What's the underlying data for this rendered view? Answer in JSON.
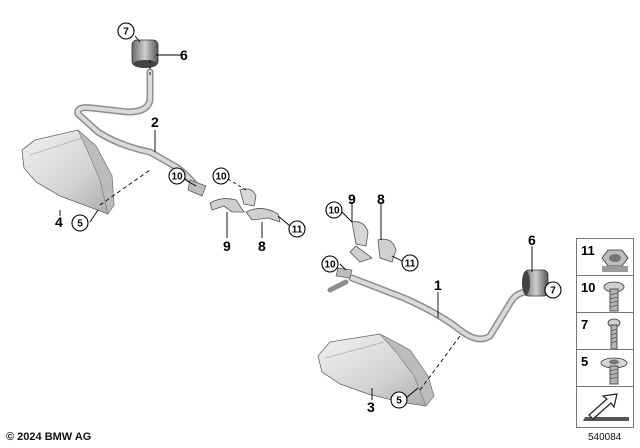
{
  "diagram": {
    "callouts": {
      "c1": "1",
      "c2": "2",
      "c3": "3",
      "c4": "4",
      "c6a": "6",
      "c6b": "6",
      "c8a": "8",
      "c8b": "8",
      "c9a": "9",
      "c9b": "9",
      "c5a": "5",
      "c5b": "5",
      "c7a": "7",
      "c7b": "7",
      "c10a": "10",
      "c10b": "10",
      "c10c": "10",
      "c10d": "10",
      "c11a": "11",
      "c11b": "11"
    }
  },
  "legend": {
    "items": [
      {
        "label": "11",
        "icon": "hex-nut-icon"
      },
      {
        "label": "10",
        "icon": "torx-bolt-icon"
      },
      {
        "label": "7",
        "icon": "screw-icon"
      },
      {
        "label": "5",
        "icon": "flange-screw-icon"
      },
      {
        "label": "",
        "icon": "arrow-icon"
      }
    ]
  },
  "footer": {
    "copyright": "© 2024 BMW AG",
    "diagram_id": "540084"
  },
  "colors": {
    "guard": "#d6d6d6",
    "guard_shade": "#b9b9b9",
    "bar": "#c9c9c9",
    "line": "#000000"
  }
}
